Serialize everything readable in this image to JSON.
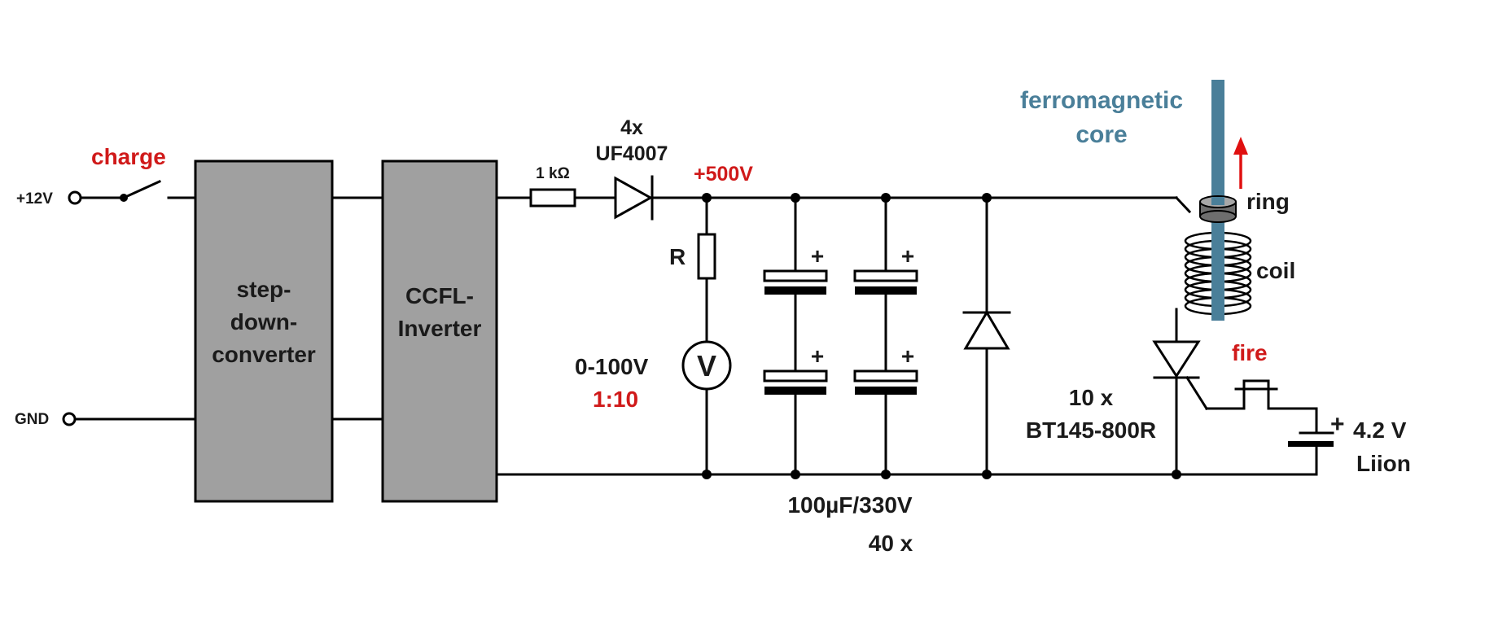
{
  "labels": {
    "charge": "charge",
    "plus12v": "+12V",
    "gnd": "GND",
    "stepdown_line1": "step-",
    "stepdown_line2": "down-",
    "stepdown_line3": "converter",
    "ccfl_line1": "CCFL-",
    "ccfl_line2": "Inverter",
    "resistor": "1 kΩ",
    "diode_count": "4x",
    "diode_part": "UF4007",
    "hv": "+500V",
    "r": "R",
    "voltmeter": "V",
    "range": "0-100V",
    "ratio": "1:10",
    "cap_spec": "100µF/330V",
    "cap_count": "40 x",
    "thyristor_count": "10 x",
    "thyristor_part": "BT145-800R",
    "fire": "fire",
    "battery_v": "4.2 V",
    "battery_type": "Liion",
    "ferro_line1": "ferromagnetic",
    "ferro_line2": "core",
    "ring": "ring",
    "coil": "coil",
    "plus": "+"
  },
  "colors": {
    "block_fill": "#a0a0a0",
    "red_text": "#d01a1a",
    "core": "#4a7f99",
    "arrow": "#e01010",
    "wire": "#000000"
  }
}
